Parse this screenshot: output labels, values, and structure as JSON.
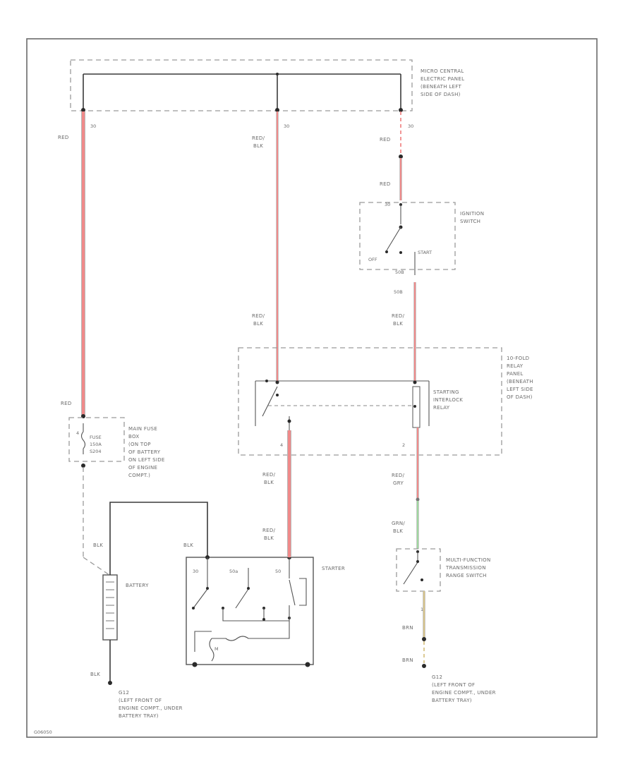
{
  "components": {
    "central_panel": [
      "MICRO CENTRAL",
      "ELECTRIC PANEL",
      "(BENEATH LEFT",
      "SIDE OF DASH)"
    ],
    "ignition_switch": [
      "IGNITION",
      "SWITCH"
    ],
    "ignition_positions": {
      "off": "OFF",
      "start": "START"
    },
    "relay_panel": [
      "10-FOLD",
      "RELAY",
      "PANEL",
      "(BENEATH",
      "LEFT SIDE",
      "OF DASH)"
    ],
    "interlock_relay": [
      "STARTING",
      "INTERLOCK",
      "RELAY"
    ],
    "fuse_box": [
      "MAIN FUSE",
      "BOX",
      "(ON TOP",
      "OF BATTERY",
      "ON LEFT SIDE",
      "OF ENGINE",
      "COMPT.)"
    ],
    "fuse": [
      "FUSE",
      "150A",
      "S204"
    ],
    "battery": "BATTERY",
    "starter": "STARTER",
    "starter_pins": {
      "p30": "30",
      "p50a": "50a",
      "p50": "50"
    },
    "motor": "M",
    "mfts": [
      "MULTI-FUNCTION",
      "TRANSMISSION",
      "RANGE SWITCH"
    ],
    "ground_left": [
      "G12",
      "(LEFT FRONT OF",
      "ENGINE COMPT., UNDER",
      "BATTERY TRAY)"
    ],
    "ground_right": [
      "G12",
      "(LEFT FRONT OF",
      "ENGINE COMPT., UNDER",
      "BATTERY TRAY)"
    ],
    "figure_id": "G06050"
  },
  "wires": {
    "red_left_top": "RED",
    "pin_30_left": "30",
    "red_blk_center_top": [
      "RED/",
      "BLK"
    ],
    "pin_30_center": "30",
    "red_right_top": "RED",
    "pin_30_right": "30",
    "red_right_mid": "RED",
    "pin_30_ign": "30",
    "pin_50b": "50B",
    "wire_50b": "50B",
    "red_blk_ign_out": [
      "RED/",
      "BLK"
    ],
    "red_blk_relay_in": [
      "RED/",
      "BLK"
    ],
    "red_fuse": "RED",
    "pin_4": "4",
    "pin_2": "2",
    "red_blk_relay_out1": [
      "RED/",
      "BLK"
    ],
    "red_blk_relay_out2": [
      "RED/",
      "BLK"
    ],
    "red_gry": [
      "RED/",
      "GRY"
    ],
    "grn_blk": [
      "GRN/",
      "BLK"
    ],
    "blk_battery_top": "BLK",
    "blk_starter": "BLK",
    "blk_battery_gnd": "BLK",
    "pin_mfts": "1",
    "brn_1": "BRN",
    "brn_2": "BRN"
  },
  "colors": {
    "red_wire": "#f08a8a",
    "green_wire": "#9fd89f",
    "brown_wire": "#d8c488",
    "wire_outline": "#b8b8b8",
    "frame": "#6a6a6a"
  }
}
